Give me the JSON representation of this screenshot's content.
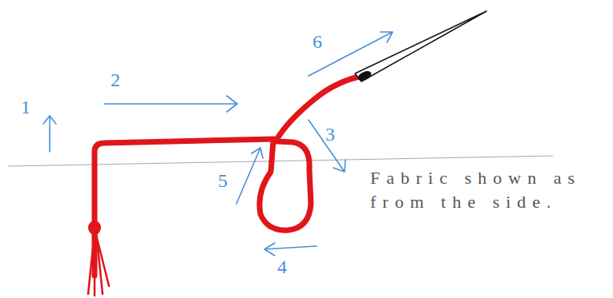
{
  "diagram": {
    "labels": [
      "1",
      "2",
      "3",
      "4",
      "5",
      "6",
      "Fabric shown as from the side."
    ]
  }
}
